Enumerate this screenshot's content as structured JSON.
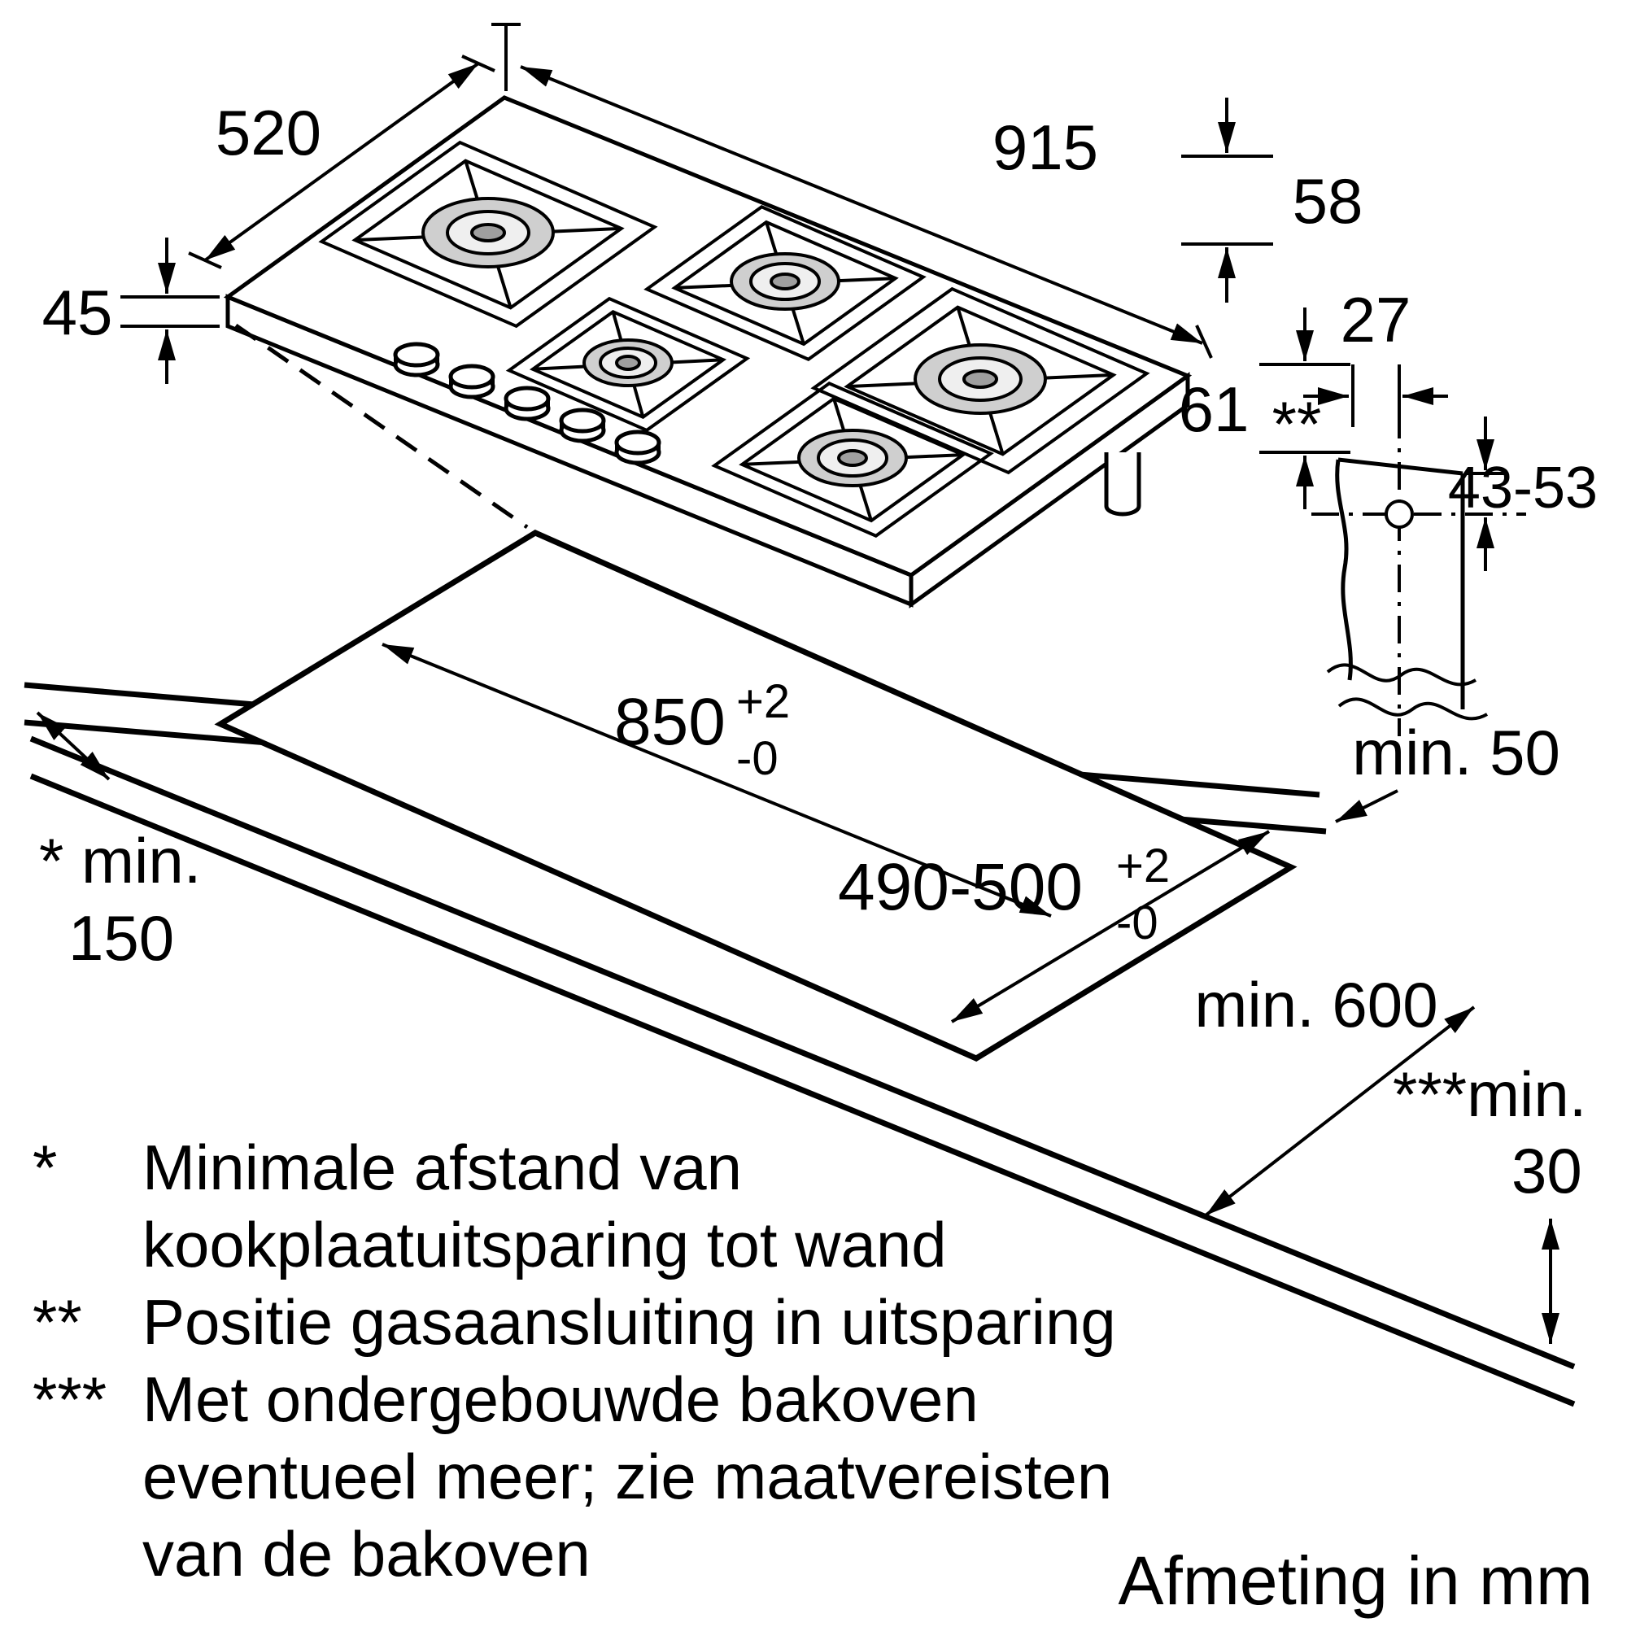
{
  "units_label": "Afmeting in mm",
  "dims": {
    "depth": "520",
    "width": "915",
    "glass_height": "45",
    "total_height": "58",
    "height_to_gas": "61",
    "gas_offset": "27",
    "gas_range": "43-53",
    "gas_marker": "**",
    "cutout_width": "850",
    "cutout_width_tol_plus": "+2",
    "cutout_width_tol_minus": "-0",
    "cutout_depth": "490-500",
    "cutout_depth_tol_plus": "+2",
    "cutout_depth_tol_minus": "-0",
    "min_rear": "min. 50",
    "min_depth": "min. 600",
    "min_side_l1": "* min.",
    "min_side_l2": "150",
    "min_below_l1": "***min.",
    "min_below_l2": "30"
  },
  "footnotes": [
    {
      "marker": "*",
      "lines": [
        "Minimale afstand van",
        "kookplaatuitsparing tot wand"
      ]
    },
    {
      "marker": "**",
      "lines": [
        "Positie gasaansluiting in uitsparing"
      ]
    },
    {
      "marker": "***",
      "lines": [
        "Met ondergebouwde bakoven",
        "eventueel meer; zie maatvereisten",
        "van de bakoven"
      ]
    }
  ]
}
